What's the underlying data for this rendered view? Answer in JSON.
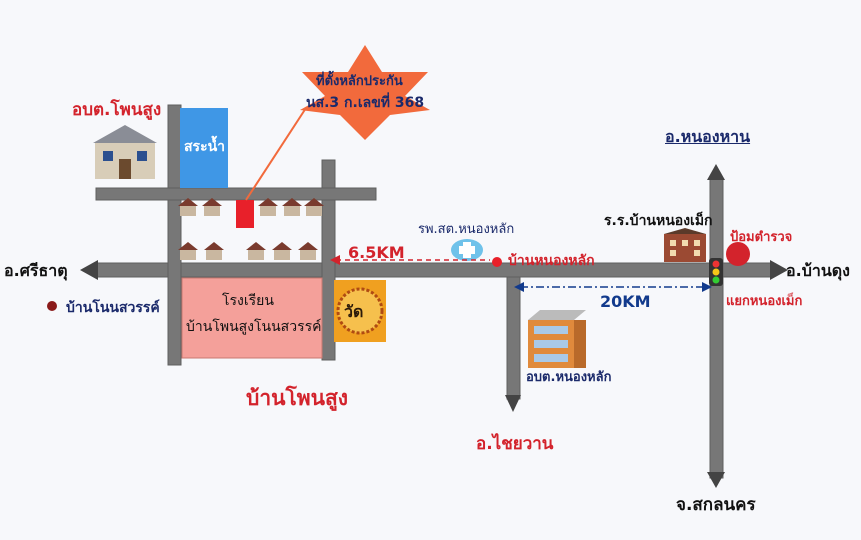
{
  "labels": {
    "subdistrict_office_phonsung": "อบต.โพนสูง",
    "reservoir": "สระน้ำ",
    "target_line1": "ที่ตั้งหลักประกัน",
    "target_line2": "นส.3 ก.เลขที่ 368",
    "nong_han": "อ.หนองหาน",
    "sri_thatu": "อ.ศรีธาตุ",
    "ban_non_sawan": "บ้านโนนสวรรค์",
    "school_line1": "โรงเรียน",
    "school_line2": "บ้านโพนสูงโนนสวรรค์",
    "temple": "วัด",
    "ban_phonsung": "บ้านโพนสูง",
    "health_center": "รพ.สต.หนองหลัก",
    "ban_nong_lak": "บ้านหนองหลัก",
    "school_nong_mek": "ร.ร.บ้านหนองเม็ก",
    "police_box": "ป้อมตำรวจ",
    "ban_dung": "อ.บ้านดุง",
    "junction": "แยกหนองเม็ก",
    "distance_1": "6.5KM",
    "distance_2": "20KM",
    "subdistrict_office_nonglak": "อบต.หนองหลัก",
    "chai_wan": "อ.ไชยวาน",
    "sakon_nakhon": "จ.สกลนคร"
  },
  "icons": {
    "school_icon": "school-building-icon",
    "hospital_icon": "health-cross-icon",
    "traffic_icon": "traffic-light-icon",
    "house_icon": "house-icon",
    "office_icon": "office-building-icon"
  },
  "colors": {
    "road": "#777777",
    "road_edge": "#5f5f5f",
    "target": "#f26a3c",
    "reservoir": "#3f97e6",
    "school_area": "#f4a09a",
    "temple": "#f0a020",
    "accent_red": "#d3232c",
    "navy": "#1b2a6b"
  }
}
